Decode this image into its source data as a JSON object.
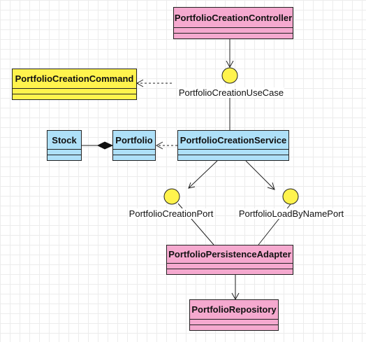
{
  "diagram": {
    "colors": {
      "controller": "#f5a9cf",
      "command": "#fff34d",
      "domain": "#aee0f8",
      "interface": "#fff34d",
      "line": "#222222"
    },
    "classes": {
      "controller": {
        "name": "PortfolioCreationController"
      },
      "command": {
        "name": "PortfolioCreationCommand"
      },
      "stock": {
        "name": "Stock"
      },
      "portfolio": {
        "name": "Portfolio"
      },
      "service": {
        "name": "PortfolioCreationService"
      },
      "adapter": {
        "name": "PortfolioPersistenceAdapter"
      },
      "repository": {
        "name": "PortfolioRepository"
      }
    },
    "interfaces": {
      "use_case": {
        "name": "PortfolioCreationUseCase"
      },
      "creation_port": {
        "name": "PortfolioCreationPort"
      },
      "load_port": {
        "name": "PortfolioLoadByNamePort"
      }
    }
  }
}
